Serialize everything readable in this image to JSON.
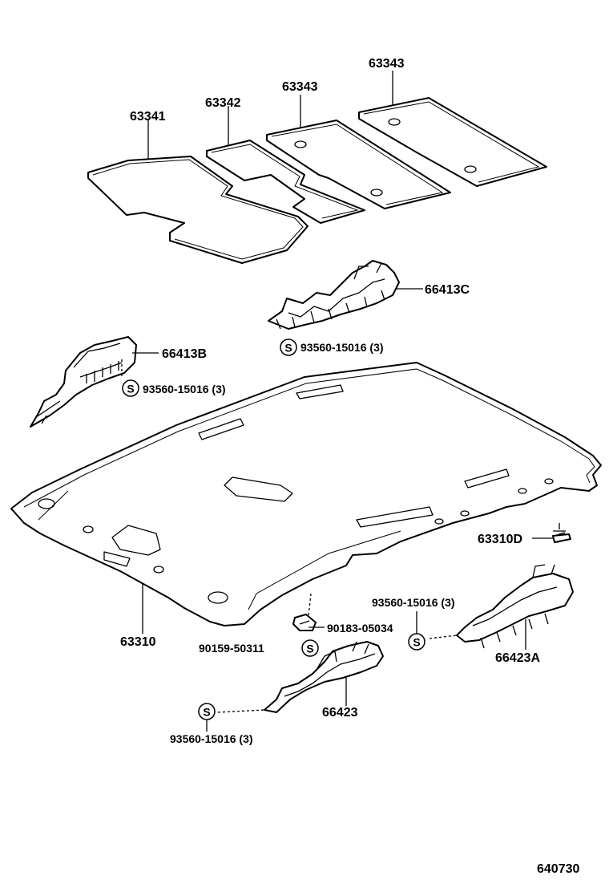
{
  "labels": {
    "p63341": "63341",
    "p63342": "63342",
    "p63343a": "63343",
    "p63343b": "63343",
    "p66413c": "66413C",
    "p66413b": "66413B",
    "clip1": "93560-15016 (3)",
    "clip2": "93560-15016 (3)",
    "clip3": "93560-15016 (3)",
    "clip4": "93560-15016 (3)",
    "p63310": "63310",
    "p63310d": "63310D",
    "p90183": "90183-05034",
    "p90159": "90159-50311",
    "p66423": "66423",
    "p66423a": "66423A",
    "page_number": "640730"
  },
  "symbol_letter": "S"
}
